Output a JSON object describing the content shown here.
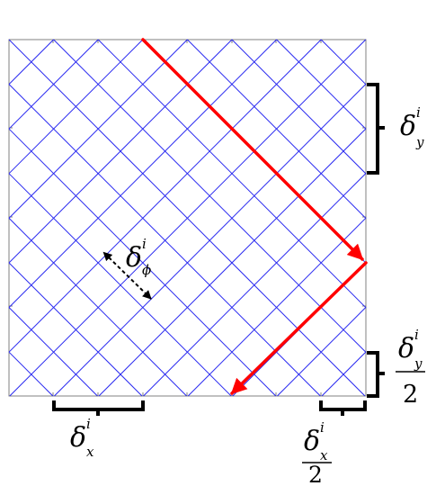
{
  "colors": {
    "grid": "#2a2af0",
    "path": "#ff0000",
    "frame": "#808080",
    "bracket": "#000000",
    "text": "#000000"
  },
  "labels": {
    "delta_symbol": "δ",
    "superscript_i": "i",
    "sub_x": "x",
    "sub_y": "y",
    "sub_phi": "ϕ",
    "two": "2"
  }
}
